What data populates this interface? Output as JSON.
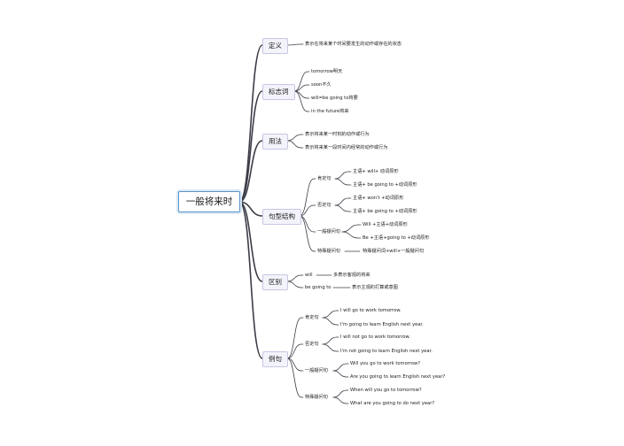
{
  "root": {
    "label": "一般将来时"
  },
  "branches": {
    "definition": {
      "label": "定义",
      "items": [
        "表示在将来某个时间要发生的动作或存在的状态"
      ]
    },
    "markers": {
      "label": "标志词",
      "items": [
        "tomorrow明天",
        "soon不久",
        "will=be going to将要",
        "in the future将来"
      ]
    },
    "usage": {
      "label": "用法",
      "items": [
        "表示将来某一时刻的动作或行为",
        "表示将来某一段时间内经常的动作或行为"
      ]
    },
    "structure": {
      "label": "句型结构",
      "affirmative": {
        "label": "肯定句",
        "items": [
          "主语+ will+ 动词原形",
          "主语+ be going to +动词原形"
        ]
      },
      "negative": {
        "label": "否定句",
        "items": [
          "主语+ won't +动词原形",
          "主语+ be going to +动词原形"
        ]
      },
      "yes_no": {
        "label": "一般疑问句",
        "items": [
          "Will +主语+动词原形",
          "Be +主语+going to +动词原形"
        ]
      },
      "special": {
        "label": "特殊疑问句",
        "items": [
          "特殊疑问词+will+一般疑问句"
        ]
      }
    },
    "difference": {
      "label": "区别",
      "will": {
        "label": "will",
        "items": [
          "多表示客观的将来"
        ]
      },
      "be_going_to": {
        "label": "be going to",
        "items": [
          "表示主观的打算或意图"
        ]
      }
    },
    "examples": {
      "label": "例句",
      "affirmative": {
        "label": "肯定句",
        "items": [
          "I will go to work tomorrow.",
          "I'm going to learn English next year."
        ]
      },
      "negative": {
        "label": "否定句",
        "items": [
          "I will not go to work tomorrow.",
          "I'm not going to learn English next year."
        ]
      },
      "yes_no": {
        "label": "一般疑问句",
        "items": [
          "Will you go to work tomorrow?",
          "Are you going to learn English next year?"
        ]
      },
      "special": {
        "label": "特殊疑问句",
        "items": [
          "When will you go to tomorrow?",
          "What are you going to do next year?"
        ]
      }
    }
  }
}
